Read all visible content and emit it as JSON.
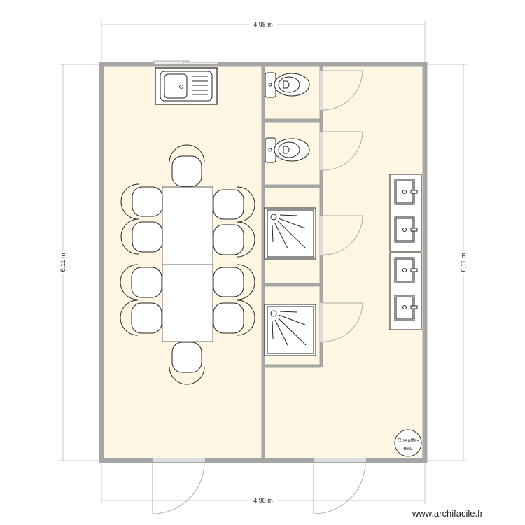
{
  "dimensions": {
    "top_width": "4,98 m",
    "bottom_width": "4,98 m",
    "left_height": "6,11 m",
    "right_height": "6,11 m"
  },
  "fixtures": {
    "water_heater_line1": "Chauffe-",
    "water_heater_line2": "eau"
  },
  "rooms": [
    {
      "name": "dining-kitchen",
      "items": [
        "kitchen-sink",
        "table-2x",
        "chair-x10"
      ]
    },
    {
      "name": "wc-1",
      "items": [
        "toilet"
      ]
    },
    {
      "name": "wc-2",
      "items": [
        "toilet"
      ]
    },
    {
      "name": "shower-1",
      "items": [
        "shower-tray"
      ]
    },
    {
      "name": "shower-2",
      "items": [
        "shower-tray"
      ]
    },
    {
      "name": "washroom",
      "items": [
        "washbasin-x4",
        "water-heater"
      ]
    }
  ],
  "colors": {
    "floor": "#fcf6e3",
    "wall": "#a6a6a6",
    "door": "#a9a9a9",
    "dimension_line": "#c8c8c8"
  },
  "footer": {
    "watermark": "www.archifacile.fr"
  }
}
